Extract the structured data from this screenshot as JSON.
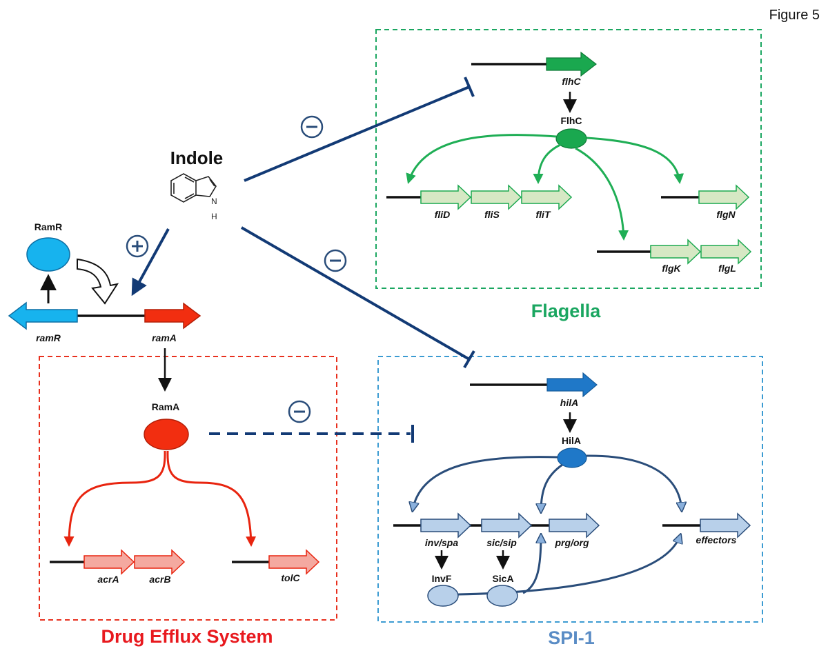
{
  "figure_label": "Figure 5",
  "indole": {
    "label": "Indole",
    "nh_label": "H",
    "n_label": "N"
  },
  "signs": {
    "minus": "−",
    "plus": "+"
  },
  "boxes": {
    "flagella": {
      "title": "Flagella",
      "color": "#1aa660"
    },
    "spi1": {
      "title": "SPI-1",
      "color": "#5a8cc5"
    },
    "efflux": {
      "title": "Drug Efflux System",
      "color": "#e8191e"
    }
  },
  "genes": {
    "flhC": "flhC",
    "fliD": "fliD",
    "fliS": "fliS",
    "fliT": "fliT",
    "flgN": "flgN",
    "flgK": "flgK",
    "flgL": "flgL",
    "hilA": "hilA",
    "inv_spa": "inv/spa",
    "sic_sip": "sic/sip",
    "prg_org": "prg/org",
    "effectors": "effectors",
    "ramR": "ramR",
    "ramA": "ramA",
    "acrA": "acrA",
    "acrB": "acrB",
    "tolC": "tolC"
  },
  "proteins": {
    "FlhC": "FlhC",
    "HilA": "HilA",
    "InvF": "InvF",
    "SicA": "SicA",
    "RamR": "RamR",
    "RamA": "RamA"
  },
  "colors": {
    "navy": "#123a75",
    "green_dark": "#1aa84f",
    "green_light": "#d6e8c4",
    "blue_dark": "#1f78c8",
    "blue_light": "#b8d0ea",
    "blue_link": "#2a4d7a",
    "red": "#f22e10",
    "red_light": "#f4a9a0",
    "cyan": "#17b3ee"
  }
}
